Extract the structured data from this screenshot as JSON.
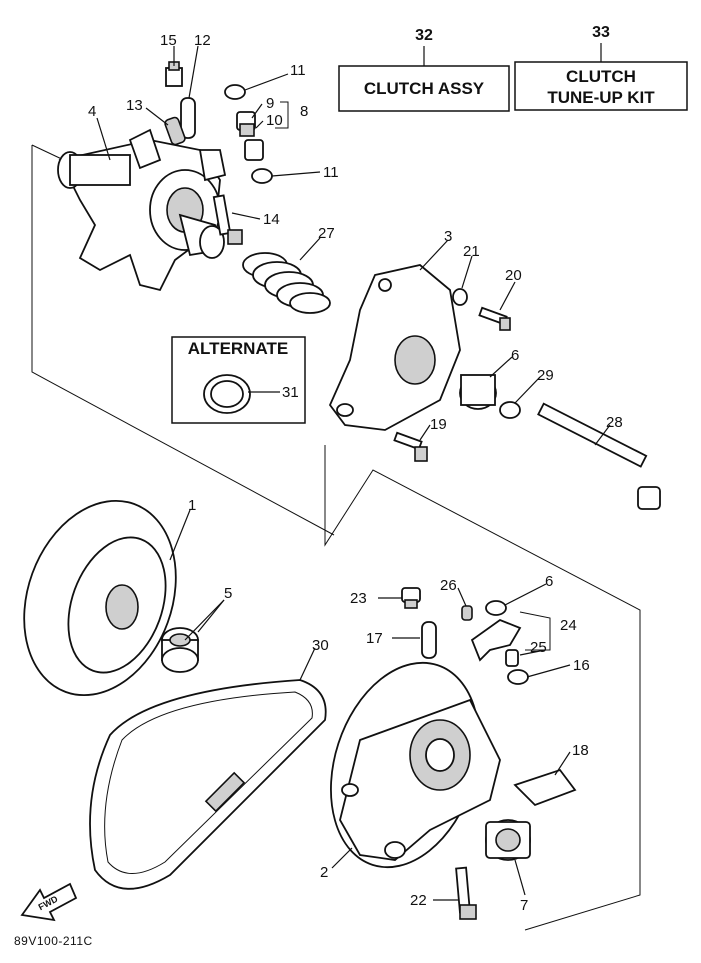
{
  "boxes": {
    "clutch_assy": {
      "ref": "32",
      "label": "CLUTCH ASSY"
    },
    "tune_up": {
      "ref": "33",
      "label_line1": "CLUTCH",
      "label_line2": "TUNE-UP KIT"
    },
    "alternate": {
      "label": "ALTERNATE",
      "part": "31"
    }
  },
  "callouts": {
    "p1": "1",
    "p2": "2",
    "p3": "3",
    "p4": "4",
    "p5": "5",
    "p6a": "6",
    "p6b": "6",
    "p7": "7",
    "p8": "8",
    "p9": "9",
    "p10": "10",
    "p11a": "11",
    "p11b": "11",
    "p12": "12",
    "p13": "13",
    "p14": "14",
    "p15": "15",
    "p16": "16",
    "p17": "17",
    "p18": "18",
    "p19": "19",
    "p20": "20",
    "p21": "21",
    "p22": "22",
    "p23": "23",
    "p24": "24",
    "p25": "25",
    "p26": "26",
    "p27": "27",
    "p28": "28",
    "p29": "29",
    "p30": "30"
  },
  "fwd_label": "FWD",
  "footer_code": "89V100-211C"
}
